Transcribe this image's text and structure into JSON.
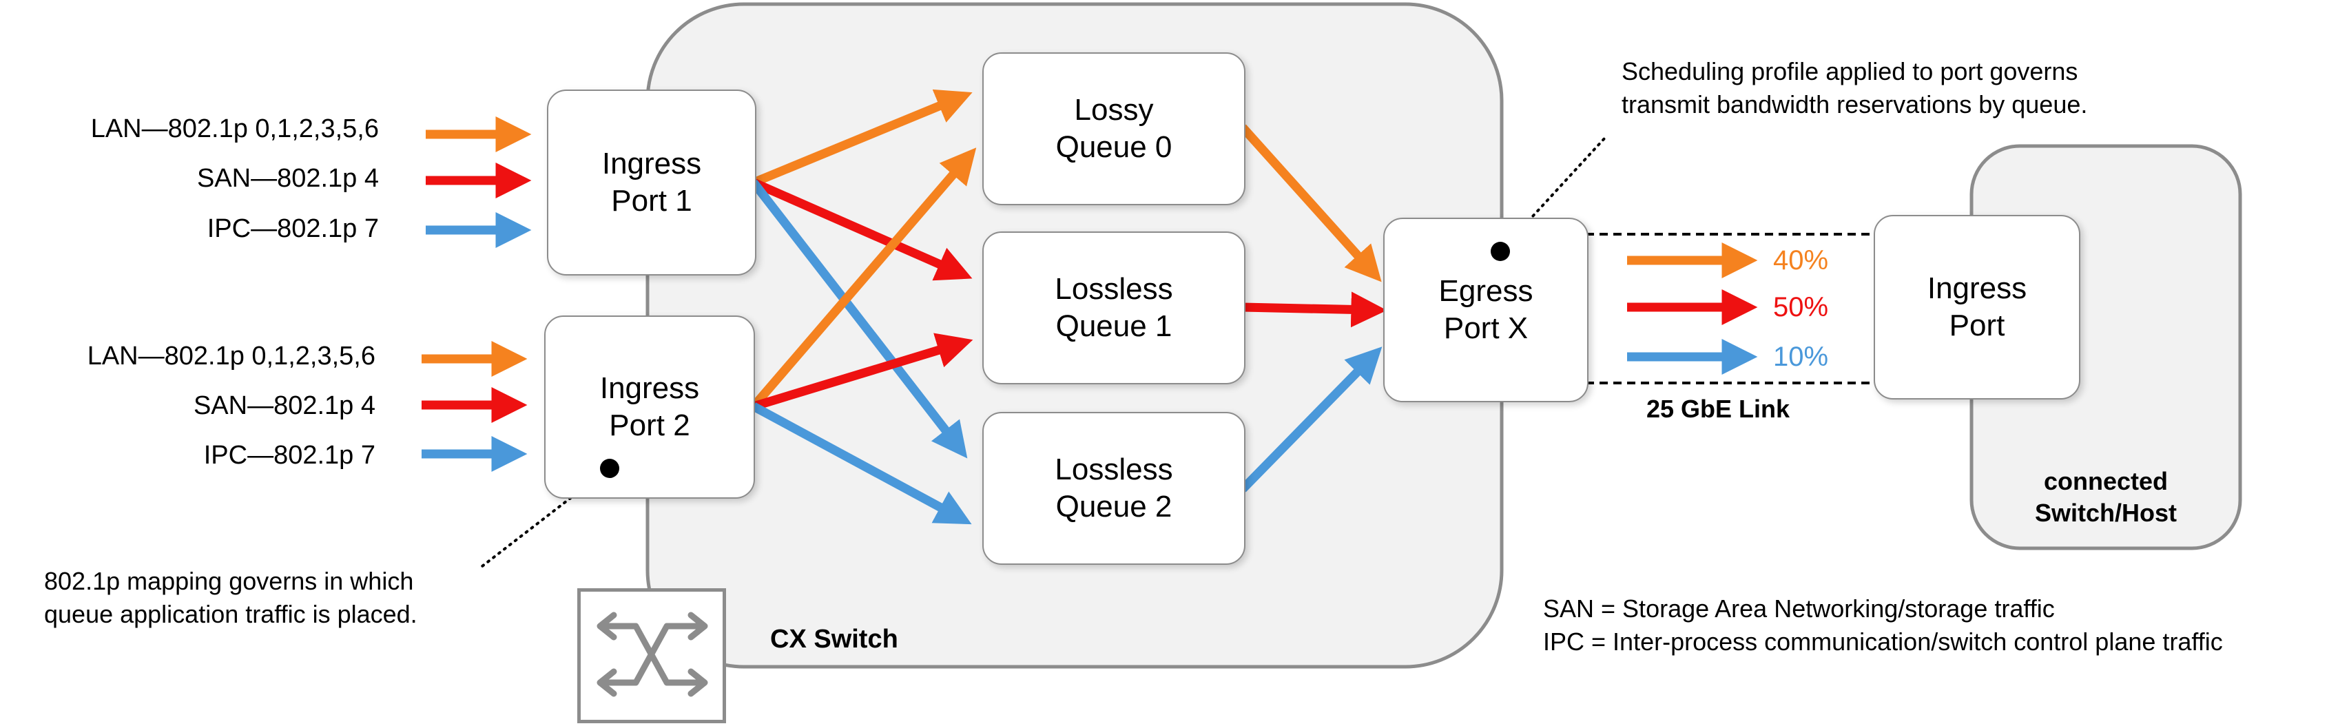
{
  "switch_label": "CX Switch",
  "connected_label": "connected\nSwitch/Host",
  "link_label": "25 GbE Link",
  "colors": {
    "lan": "#F5821F",
    "san": "#EE1111",
    "ipc": "#4A98DA",
    "outline": "#8C8C8C",
    "switch_bg": "#F2F2F2"
  },
  "ingress_groups": [
    {
      "lan": "LAN—802.1p 0,1,2,3,5,6",
      "san": "SAN—802.1p 4",
      "ipc": "IPC—802.1p 7"
    },
    {
      "lan": "LAN—802.1p 0,1,2,3,5,6",
      "san": "SAN—802.1p 4",
      "ipc": "IPC—802.1p 7"
    }
  ],
  "ingress_ports": [
    {
      "line1": "Ingress",
      "line2": "Port 1"
    },
    {
      "line1": "Ingress",
      "line2": "Port 2"
    }
  ],
  "queues": [
    {
      "line1": "Lossy",
      "line2": "Queue 0"
    },
    {
      "line1": "Lossless",
      "line2": "Queue 1"
    },
    {
      "line1": "Lossless",
      "line2": "Queue 2"
    }
  ],
  "egress_port": {
    "line1": "Egress",
    "line2": "Port X"
  },
  "remote_port": {
    "line1": "Ingress",
    "line2": "Port"
  },
  "bandwidth": [
    {
      "class": "lan",
      "value": "40%"
    },
    {
      "class": "san",
      "value": "50%"
    },
    {
      "class": "ipc",
      "value": "10%"
    }
  ],
  "notes": {
    "scheduling": [
      "Scheduling profile applied to port governs",
      "transmit bandwidth reservations by queue."
    ],
    "mapping": [
      "802.1p mapping governs in which",
      "queue application traffic is placed."
    ],
    "legend": [
      "SAN = Storage Area Networking/storage traffic",
      "IPC = Inter-process communication/switch control plane traffic"
    ]
  },
  "icons": [
    "switch-icon"
  ]
}
